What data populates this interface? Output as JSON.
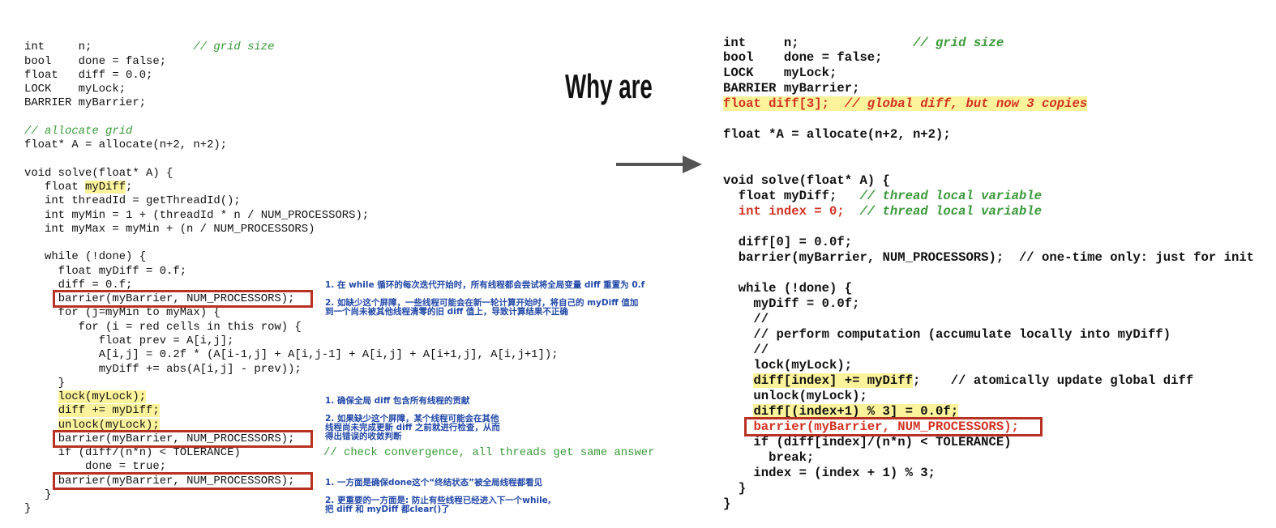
{
  "title": "Why are",
  "arrow_icon": "right-arrow-icon",
  "colors": {
    "code": "#111111",
    "comment": "#3a9a3a",
    "red": "#d23222",
    "highlight": "#fbf39b",
    "box": "#b83224",
    "annotation": "#2248a8",
    "arrow": "#555555"
  },
  "left_code": {
    "lines": [
      [
        {
          "t": "int     n;               "
        },
        {
          "t": "// grid size",
          "style": "comment"
        }
      ],
      "bool    done = false;",
      "float   diff = 0.0;",
      "LOCK    myLock;",
      "BARRIER myBarrier;",
      "",
      [
        {
          "t": "// allocate grid",
          "style": "comment"
        }
      ],
      "float* A = allocate(n+2, n+2);",
      "",
      "void solve(float* A) {",
      [
        {
          "t": "   float "
        },
        {
          "t": "myDiff",
          "highlight": true
        },
        {
          "t": ";"
        }
      ],
      "   int threadId = getThreadId();",
      "   int myMin = 1 + (threadId * n / NUM_PROCESSORS);",
      "   int myMax = myMin + (n / NUM_PROCESSORS)",
      "",
      "   while (!done) {",
      "     float myDiff = 0.f;",
      "     diff = 0.f;",
      [
        {
          "t": "     "
        },
        {
          "t": "barrier(myBarrier, NUM_PROCESSORS);",
          "boxed": true
        }
      ],
      "     for (j=myMin to myMax) {",
      "        for (i = red cells in this row) {",
      "           float prev = A[i,j];",
      "           A[i,j] = 0.2f * (A[i-1,j] + A[i,j-1] + A[i,j] + A[i+1,j], A[i,j+1]);",
      "           myDiff += abs(A[i,j] - prev));",
      "     }",
      [
        {
          "t": "     "
        },
        {
          "t": "lock(myLock);",
          "highlight": true
        }
      ],
      [
        {
          "t": "     "
        },
        {
          "t": "diff += myDiff;",
          "highlight": true
        }
      ],
      [
        {
          "t": "     "
        },
        {
          "t": "unlock(myLock);",
          "highlight": true
        }
      ],
      [
        {
          "t": "     "
        },
        {
          "t": "barrier(myBarrier, NUM_PROCESSORS);",
          "boxed": true
        }
      ],
      "     if (diff/(n*n) < TOLERANCE)",
      "         done = true;",
      [
        {
          "t": "     "
        },
        {
          "t": "barrier(myBarrier, NUM_PROCESSORS);",
          "boxed": true
        }
      ],
      "   }",
      "}"
    ]
  },
  "right_code": {
    "lines": [
      [
        {
          "t": "int     n;               "
        },
        {
          "t": "// grid size",
          "style": "comment"
        }
      ],
      "bool    done = false;",
      "LOCK    myLock;",
      "BARRIER myBarrier;",
      [
        {
          "t": "float diff[3];  ",
          "style": "red",
          "highlight": true
        },
        {
          "t": "// global diff, but now 3 copies",
          "style": "red-comment",
          "highlight": true
        }
      ],
      "",
      "float *A = allocate(n+2, n+2);",
      "",
      "",
      "void solve(float* A) {",
      [
        {
          "t": "  float myDiff;   "
        },
        {
          "t": "// thread local variable",
          "style": "comment"
        }
      ],
      [
        {
          "t": "  "
        },
        {
          "t": "int index = 0;",
          "style": "red"
        },
        {
          "t": "  "
        },
        {
          "t": "// thread local variable",
          "style": "comment"
        }
      ],
      "",
      "  diff[0] = 0.0f;",
      "  barrier(myBarrier, NUM_PROCESSORS);  // one-time only: just for init",
      "",
      "  while (!done) {",
      "    myDiff = 0.0f;",
      "    //",
      "    // perform computation (accumulate locally into myDiff)",
      "    //",
      "    lock(myLock);",
      [
        {
          "t": "    "
        },
        {
          "t": "diff[index] += myDiff",
          "highlight": true
        },
        {
          "t": ";    // atomically update global diff"
        }
      ],
      "    unlock(myLock);",
      [
        {
          "t": "    "
        },
        {
          "t": "diff[(index+1) % 3] = 0.0f;",
          "highlight": true
        }
      ],
      [
        {
          "t": "    "
        },
        {
          "t": "barrier(myBarrier, NUM_PROCESSORS);",
          "style": "red",
          "boxed": true
        }
      ],
      "    if (diff[index]/(n*n) < TOLERANCE)",
      "      break;",
      "    index = (index + 1) % 3;",
      "  }",
      "}"
    ]
  },
  "side_comment": "// check convergence, all threads get same answer",
  "annotations": [
    {
      "items": [
        [
          "1. 在 while 循环的每次迭代开始时，所有线程都会尝试将全局变量 diff 重置为 0.f"
        ],
        [
          "2. 如缺少这个屏障，一些线程可能会在新一轮计算开始时，将自己的 myDiff 值加",
          "到一个尚未被其他线程清零的旧 diff 值上，导致计算结果不正确"
        ]
      ]
    },
    {
      "items": [
        [
          "1. 确保全局 diff 包含所有线程的贡献"
        ],
        [
          "2. 如果缺少这个屏障，某个线程可能会在其他",
          "线程尚未完成更新 diff 之前就进行检查，从而",
          "得出错误的收敛判断"
        ]
      ]
    },
    {
      "items": [
        [
          "1. 一方面是确保done这个“终结状态”被全局线程都看见"
        ],
        [
          "2. 更重要的一方面是: 防止有些线程已经进入下一个while,",
          "把 diff 和 myDiff 都clear()了"
        ]
      ]
    }
  ]
}
